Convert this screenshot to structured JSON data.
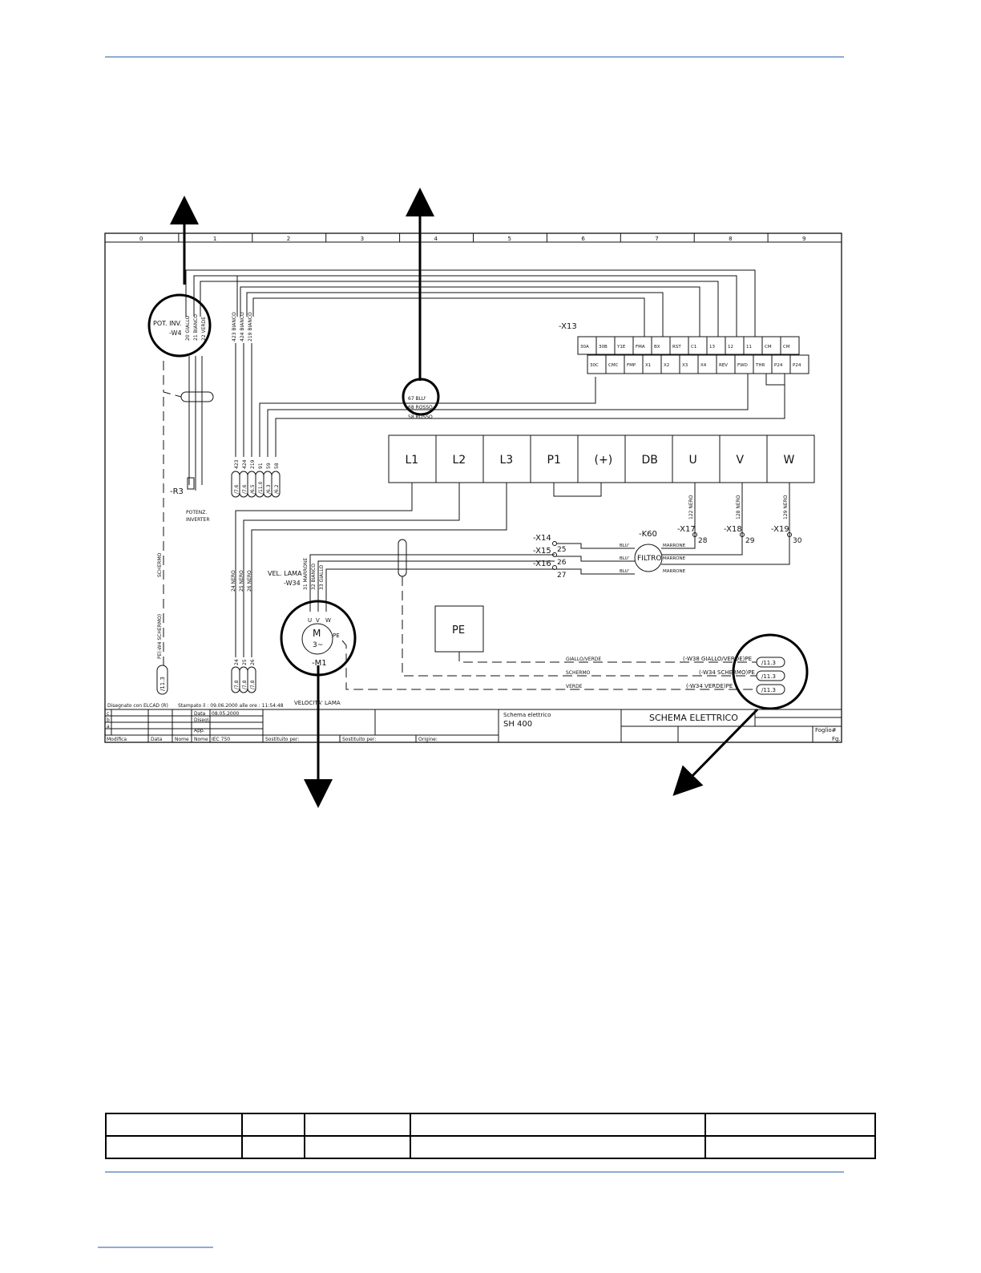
{
  "grid_columns": [
    "0",
    "1",
    "2",
    "3",
    "4",
    "5",
    "6",
    "7",
    "8",
    "9"
  ],
  "pot": {
    "line1": "POT. INV.",
    "line2": "-W4",
    "wire1": "20 GIALLO",
    "wire2": "21 BIANCO",
    "wire3": "22 VERDE"
  },
  "bianco_wires": [
    "423 BIANCO",
    "424 BIANCO",
    "219 BIANCO"
  ],
  "x13": {
    "label": "-X13",
    "top_row": [
      "30A",
      "30B",
      "Y1E",
      "FMA",
      "BX",
      "RST",
      "C1",
      "13",
      "12",
      "11",
      "CM",
      "CM"
    ],
    "bottom_row": [
      "30C",
      "CMC",
      "FMP",
      "X1",
      "X2",
      "X3",
      "X4",
      "REV",
      "FWD",
      "THR",
      "P24",
      "P24"
    ]
  },
  "circle_wires": [
    "67 BLU'",
    "68 ROSSO",
    "58 ROSSO"
  ],
  "terminals": [
    "L1",
    "L2",
    "L3",
    "P1",
    "(+)",
    "DB",
    "U",
    "V",
    "W"
  ],
  "vertical_refs": [
    "423",
    "424",
    "219",
    "91",
    "59",
    "58"
  ],
  "vertical_ref_sheets": [
    "/7.6",
    "/7.6",
    "/6.5",
    "/11.0",
    "/6.3",
    "/6.2"
  ],
  "r3": {
    "label": "-R3",
    "desc1": "POTENZ.",
    "desc2": "INVERTER"
  },
  "shield_texts": {
    "schermo": "SCHERMO",
    "pe_w4": "PE(-W4 SCHERMO)",
    "ref": "/11.3"
  },
  "outputs": {
    "u": "122 NERO",
    "v": "128 NERO",
    "w": "129 NERO",
    "x17": "-X17",
    "x18": "-X18",
    "x19": "-X19",
    "n28": "28",
    "n29": "29",
    "n30": "30",
    "k60": "-K60",
    "filtro": "FILTRO"
  },
  "filter_rows": [
    {
      "x": "-X14",
      "n": "25",
      "in": "BLU'",
      "out": "MARRONE"
    },
    {
      "x": "-X15",
      "n": "26",
      "in": "BLU'",
      "out": "MARRONE"
    },
    {
      "x": "-X16",
      "n": "27",
      "in": "BLU'",
      "out": "MARRONE"
    }
  ],
  "motor": {
    "vel1": "VEL. LAMA",
    "vel2": "-W34",
    "w1": "31 MARRONE",
    "w2": "32 BIANCO",
    "w3": "33 GIALLO",
    "u": "U",
    "v": "V",
    "w": "W",
    "m": "M",
    "phase": "3~",
    "pe": "PE",
    "name": "-M1",
    "caption": "VELOCITA' LAMA"
  },
  "nero_wires": [
    "24 NERO",
    "25 NERO",
    "26 NERO"
  ],
  "nero_refs": [
    "24",
    "25",
    "26"
  ],
  "nero_sheets": [
    "/7.8",
    "/7.8",
    "/7.8"
  ],
  "pe_box": "PE",
  "pe_lines": [
    {
      "mid": "GIALLO/VERDE",
      "right": "(-W38 GIALLO/VERDE)PE",
      "ref": "/11.3"
    },
    {
      "mid": "SCHERMO",
      "right": "(-W34 SCHERMO)PE",
      "ref": "/11.3"
    },
    {
      "mid": "VERDE",
      "right": "(-W34 VERDE)PE",
      "ref": "/11.3"
    }
  ],
  "title_block": {
    "drawn_with": "Disegnato con ELCAD (R)",
    "printed": "Stampato il : 09.06.2000 alle ore : 11:54:48",
    "rows": [
      "c",
      "b",
      "a"
    ],
    "data_label": "Data",
    "data_value": "08.05.2000",
    "diseg": "Diseg\\.",
    "app": "App.",
    "cols": [
      "Modifica",
      "Data",
      "Nome",
      "Nome",
      "IEC 750",
      "Sostituito per:",
      "Sostituito per:",
      "Origine:"
    ],
    "schema_label": "Schema elettrico",
    "schema_name": "SH 400",
    "title": "SCHEMA ELETTRICO",
    "foglio": "Foglio#",
    "fg": "Fg."
  }
}
